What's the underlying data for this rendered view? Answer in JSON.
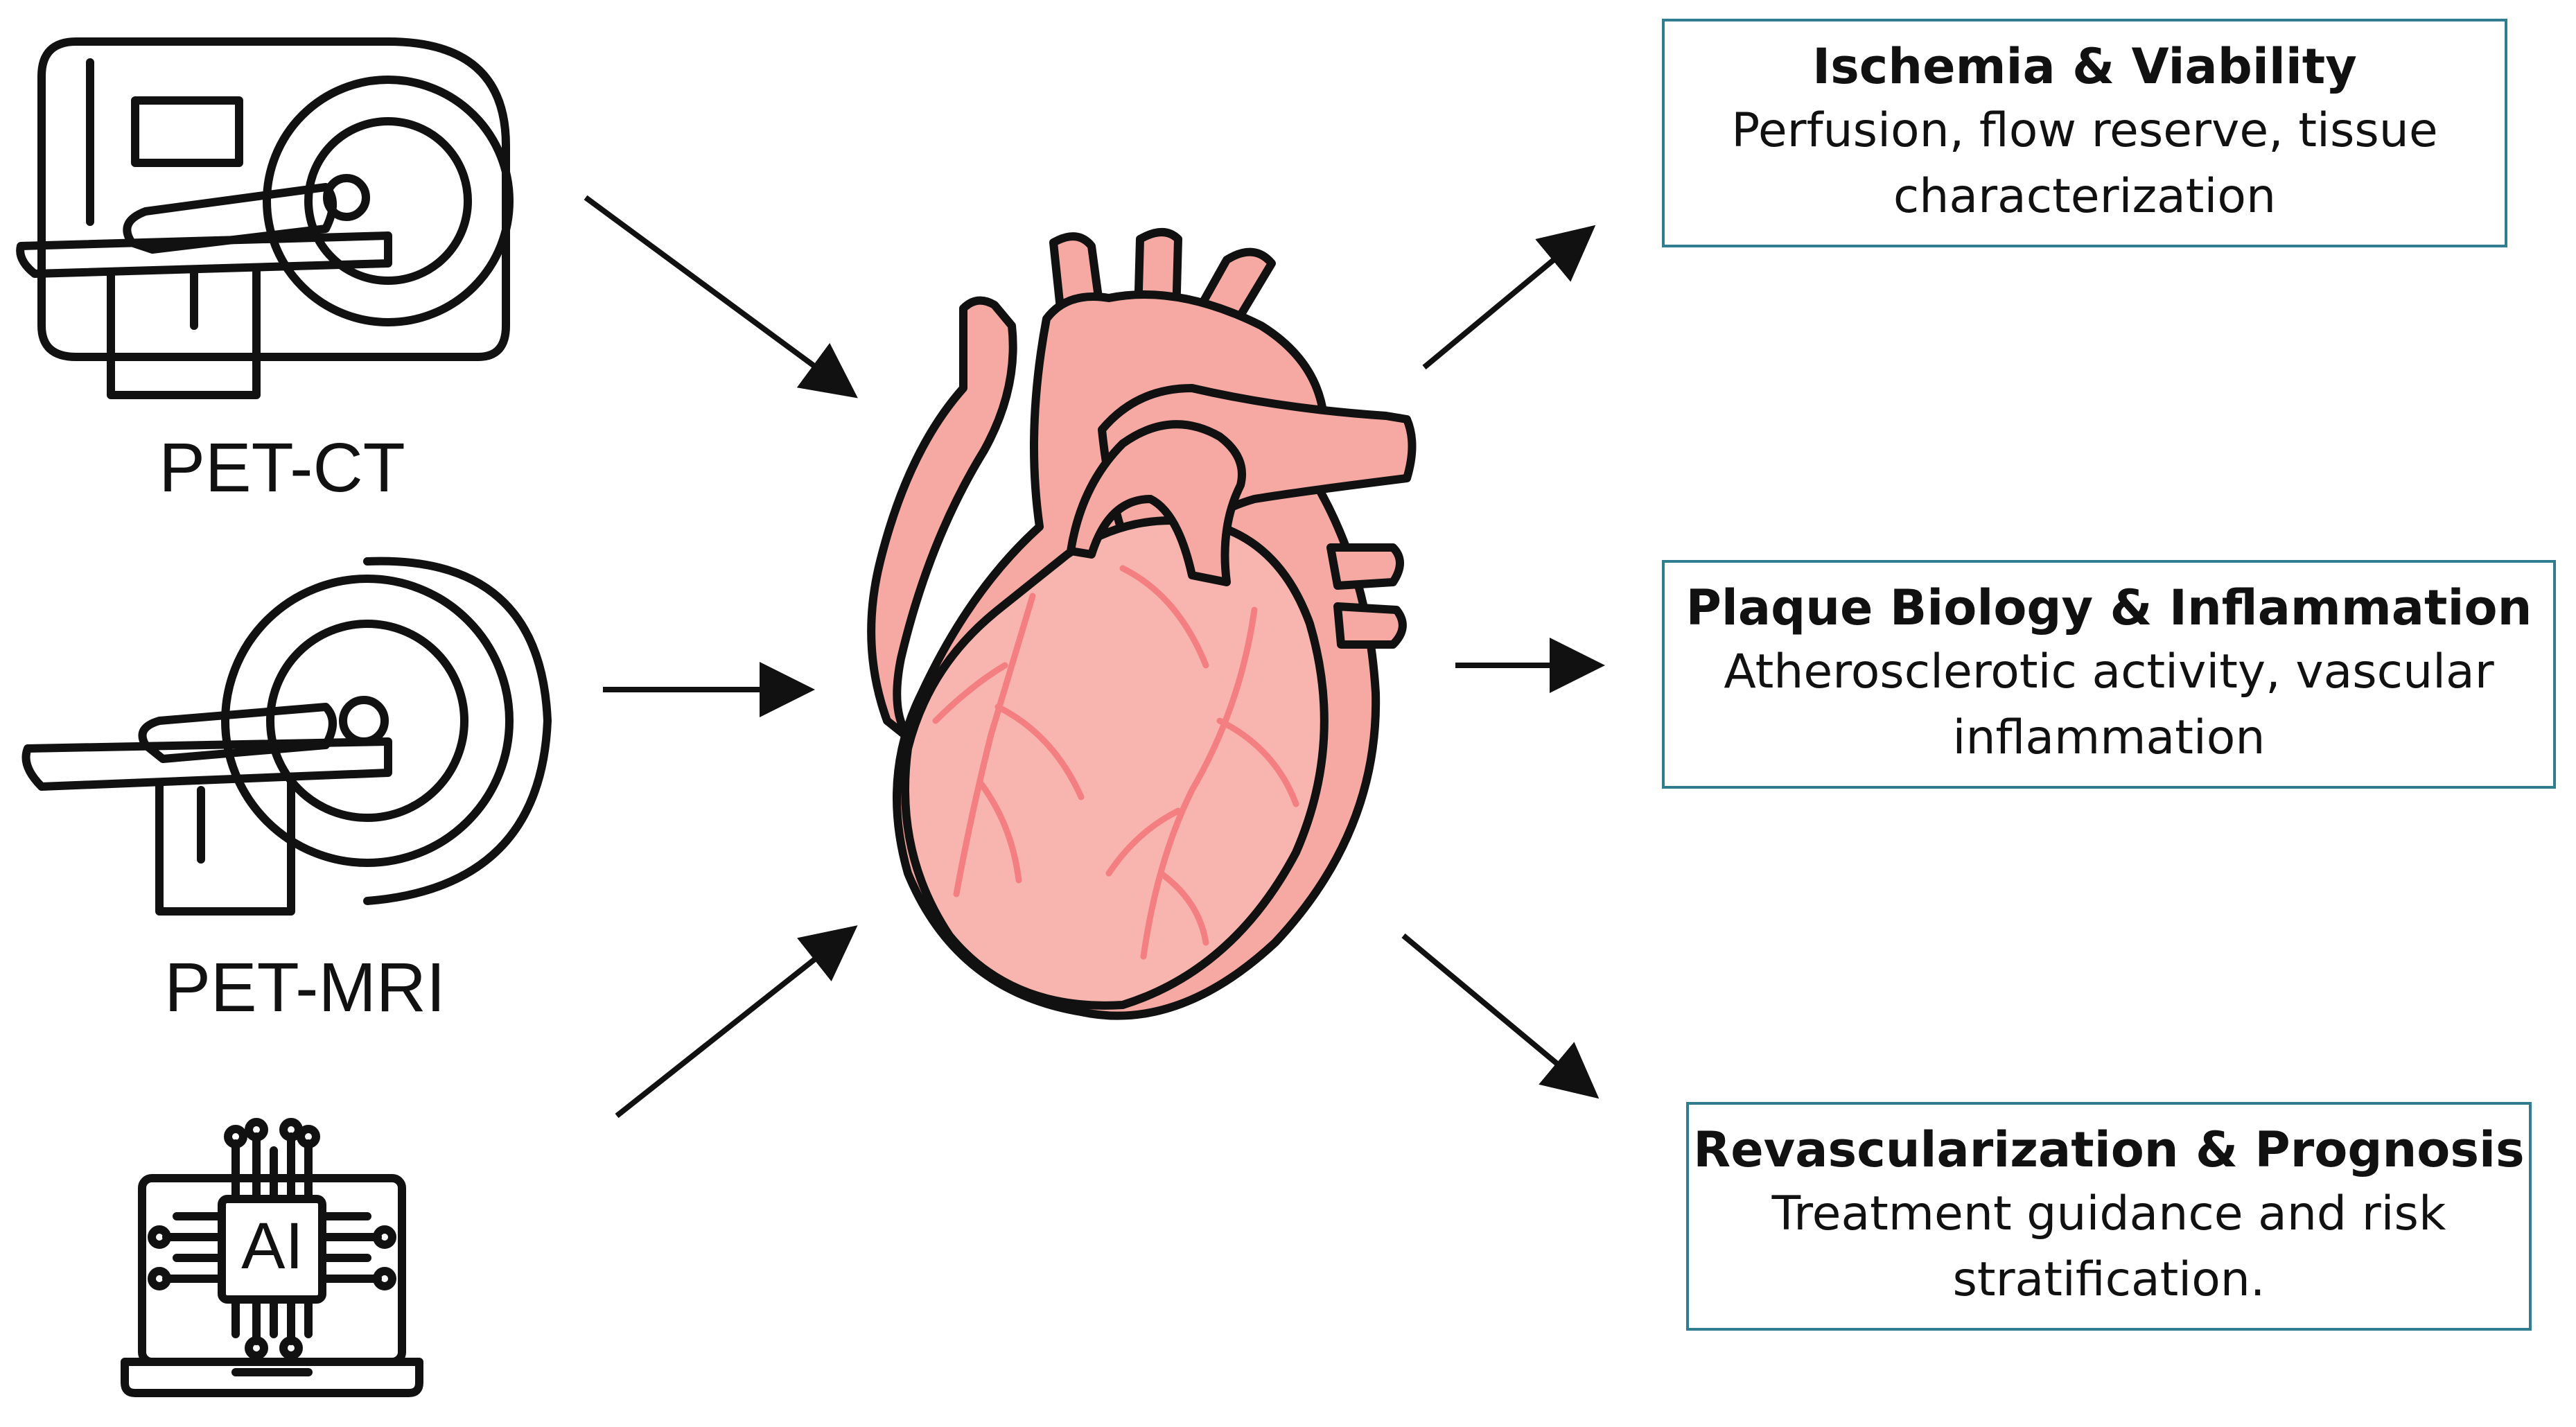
{
  "modalities": {
    "pet_ct": "PET-CT",
    "pet_mri": "PET-MRI",
    "ai": "AI"
  },
  "outcomes": [
    {
      "title": "Ischemia & Viability",
      "description": "Perfusion, flow reserve, tissue characterization"
    },
    {
      "title": "Plaque Biology & Inflammation",
      "description": "Atherosclerotic activity, vascular inflammation"
    },
    {
      "title": "Revascularization & Prognosis",
      "description": "Treatment guidance and risk stratification."
    }
  ],
  "colors": {
    "box_border": "#2f7d8f",
    "heart_fill": "#f6a9a3",
    "heart_vessel": "#f47f82",
    "outline": "#111111"
  },
  "icons": {
    "pet_ct": "pet-ct-scanner-icon",
    "pet_mri": "pet-mri-scanner-icon",
    "ai": "ai-laptop-icon",
    "heart": "heart-icon"
  }
}
